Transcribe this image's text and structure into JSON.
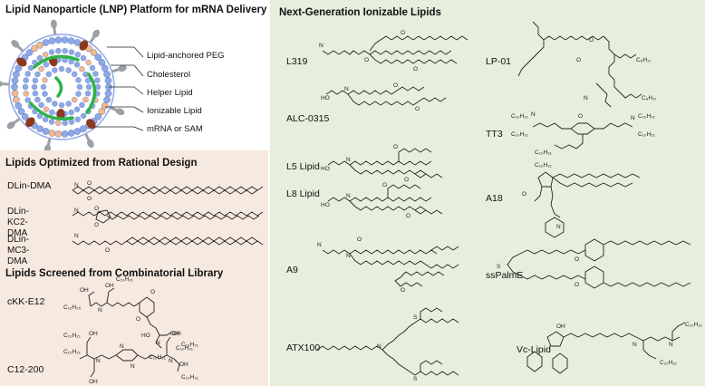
{
  "lnp": {
    "title": "Lipid Nanoparticle (LNP) Platform for mRNA Delivery",
    "components": [
      "Lipid-anchored PEG",
      "Cholesterol",
      "Helper Lipid",
      "Ionizable Lipid",
      "mRNA or SAM"
    ]
  },
  "rational": {
    "title": "Lipids Optimized from Rational Design",
    "lipids": [
      "DLin-DMA",
      "DLin-KC2-DMA",
      "DLin-MC3-DMA"
    ]
  },
  "combinatorial": {
    "title": "Lipids Screened from Combinatorial Library",
    "lipids": [
      "cKK-E12",
      "C12-200"
    ]
  },
  "nextgen": {
    "title": "Next-Generation Ionizable Lipids",
    "left_lipids": [
      "L319",
      "ALC-0315",
      "L5 Lipid",
      "L8 Lipid",
      "A9",
      "ATX100",
      "Vc-Lipid"
    ],
    "right_lipids": [
      "LP-01",
      "TT3",
      "A18",
      "ssPalmE"
    ]
  },
  "atom_labels": {
    "n": "N",
    "o": "O",
    "oh": "OH",
    "ho": "HO",
    "s": "S",
    "c10": "C₁₀H₂₁",
    "c12": "C₁₂H₂₅",
    "c8": "C₈H₁₇"
  },
  "colors": {
    "rational_bg": "#f6e9df",
    "nextgen_bg": "#e6efdc",
    "lipid_blue": "#8fa9e6",
    "helper_orange": "#f2b98a",
    "cholesterol_brown": "#8b3a1f",
    "peg_gray": "#9aa0a6",
    "mrna_green": "#2db34a"
  }
}
